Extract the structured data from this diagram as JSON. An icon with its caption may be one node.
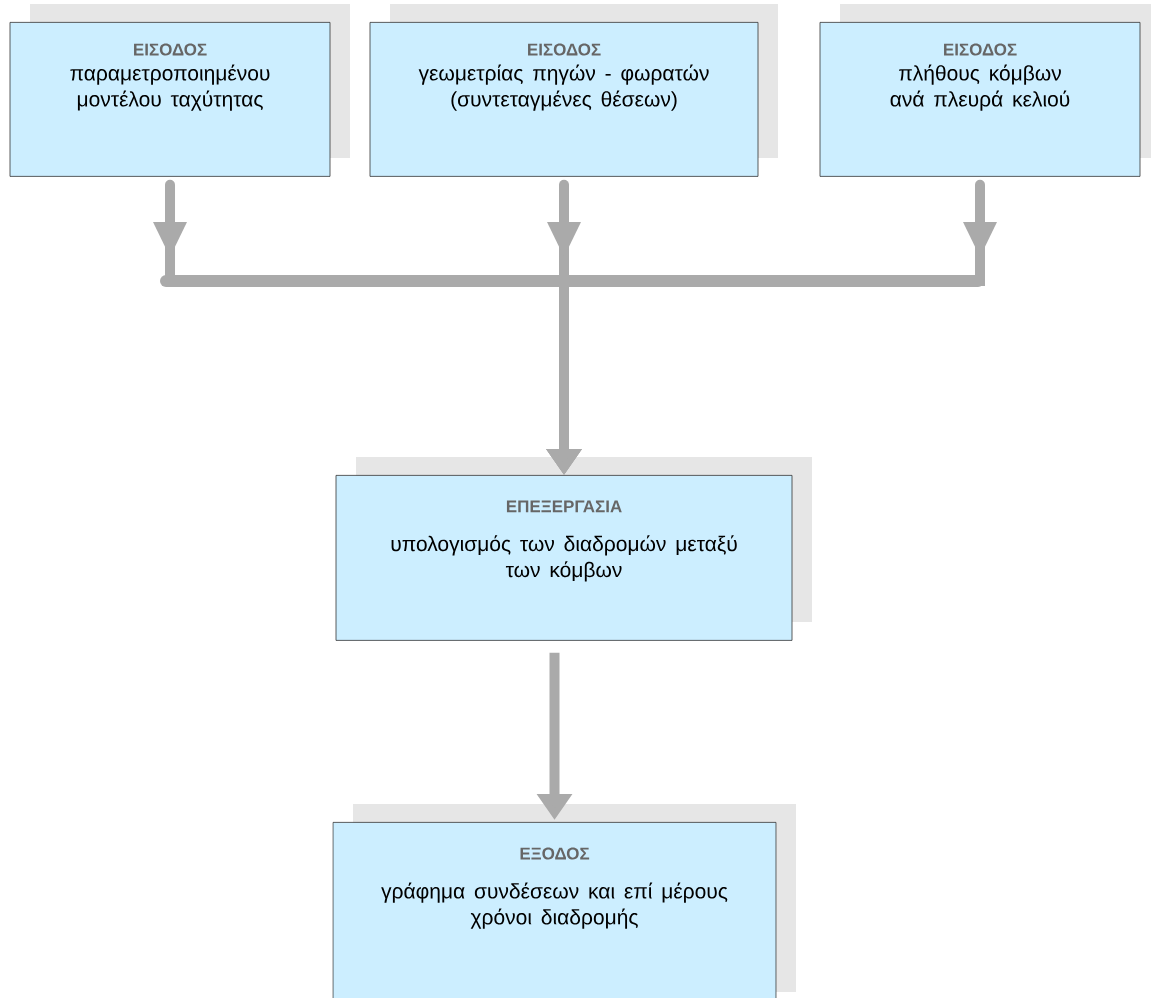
{
  "diagram": {
    "nodes": [
      {
        "text": [
          "ΕΙΣΟΔΟΣ",
          "παραμετροποιημένου μοντέλου ταχύτητας"
        ]
      },
      {
        "text": [
          "ΕΙΣΟΔΟΣ",
          "γεωμετρίας πηγών - φωρατών (συντεταγμένες θέσεων)"
        ]
      },
      {
        "text": [
          "ΕΙΣΟΔΟΣ",
          "πλήθους κόμβων ανά πλευρά κελιού"
        ]
      },
      {
        "text": [
          "ΕΠΕΞΕΡΓΑΣΙΑ",
          "υπολογισμός των διαδρομών μεταξύ των κόμβων"
        ]
      },
      {
        "text": [
          "ΕΞΟΔΟΣ",
          "γράφημα συνδέσεων και επί μέρους χρόνοι διαδρομής"
        ]
      }
    ],
    "edges": [
      {
        "from": 0,
        "to": 3,
        "arrow": "to"
      },
      {
        "from": 1,
        "to": 3,
        "arrow": "to"
      },
      {
        "from": 2,
        "to": 3,
        "arrow": "to"
      },
      {
        "from": 3,
        "to": 4,
        "arrow": "to"
      }
    ]
  }
}
